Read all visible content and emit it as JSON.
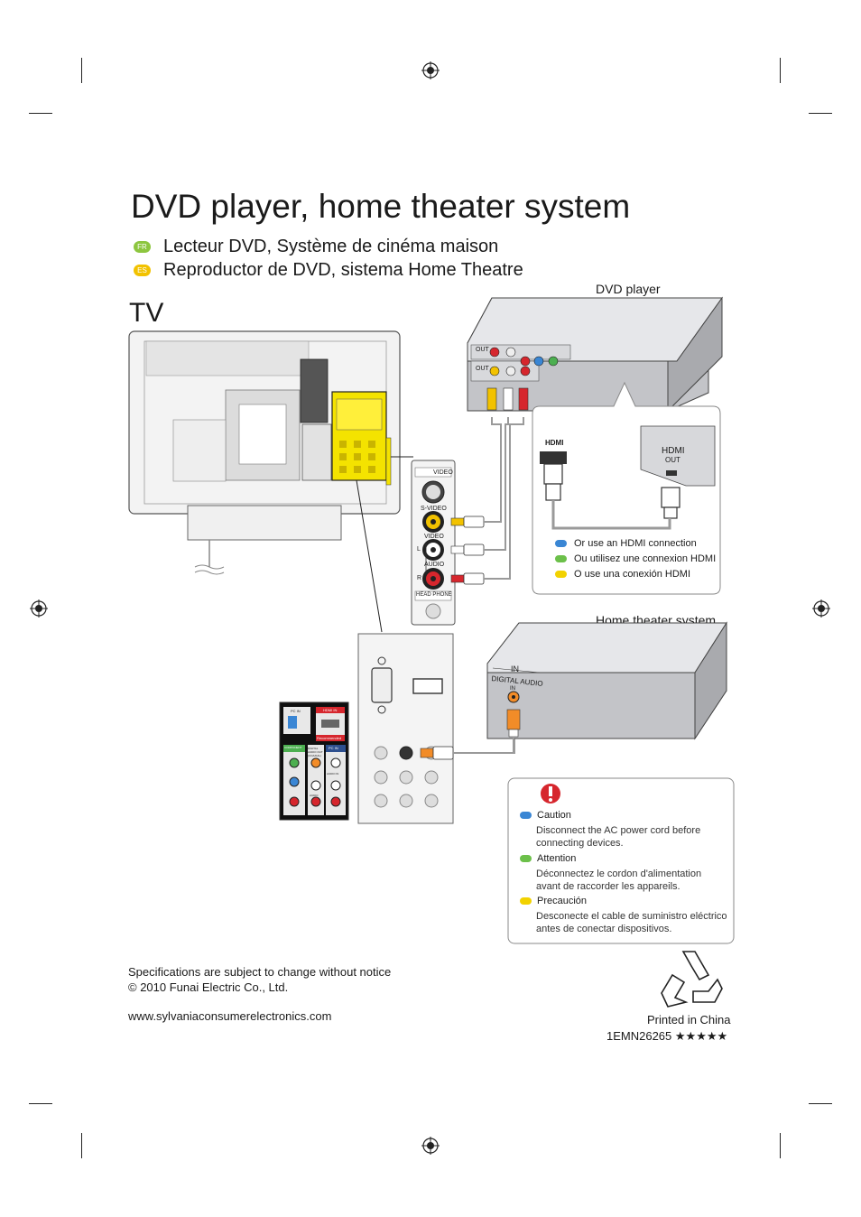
{
  "title": "DVD player, home theater system",
  "languages": [
    {
      "code": "FR",
      "color": "#8dc63f",
      "text": "Lecteur DVD, Système de cinéma maison"
    },
    {
      "code": "ES",
      "color": "#f2c200",
      "text": "Reproductor de DVD, sistema Home Theatre"
    }
  ],
  "tv_label": "TV",
  "dvd_player": {
    "label": "DVD player",
    "port_out_top": "OUT",
    "port_out_bottom": "OUT"
  },
  "hdmi_callout": {
    "hdmi_logo": "HDMI",
    "port_label": "HDMI",
    "port_sub": "OUT",
    "notes": [
      {
        "color": "#3a86d4",
        "text": "Or use an HDMI connection"
      },
      {
        "color": "#6cc04a",
        "text": "Ou utilisez une connexion HDMI"
      },
      {
        "color": "#f2d200",
        "text": "O use una conexión HDMI"
      }
    ]
  },
  "side_panel": {
    "video": "VIDEO",
    "s_video": "S-VIDEO",
    "video_label": "VIDEO",
    "audio_l": "L",
    "audio": "AUDIO",
    "audio_r": "R",
    "head_phone": "HEAD PHONE"
  },
  "home_theater": {
    "label": "Home theater system",
    "in_label": "IN",
    "digital_audio": "DIGITAL AUDIO",
    "in_small": "IN"
  },
  "rear_panel": {
    "pc_in": "PC IN",
    "hdmi_in": "HDMI IN",
    "recommended": "Recommended",
    "digital_audio_out": "DIGITAL AUDIO OUT (COAXIAL)",
    "audio": "AUDIO",
    "pc_in_2": "PC IN",
    "component": "COMPONENT",
    "audio_in": "AUDIO IN"
  },
  "caution": {
    "icon": "exclamation-icon",
    "items": [
      {
        "color": "#3a86d4",
        "heading": "Caution",
        "body": "Disconnect the AC power cord before connecting devices."
      },
      {
        "color": "#6cc04a",
        "heading": "Attention",
        "body": "Déconnectez le cordon d'alimentation avant de raccorder les appareils."
      },
      {
        "color": "#f2d200",
        "heading": "Precaución",
        "body": "Desconecte el cable de suministro eléctrico antes de conectar dispositivos."
      }
    ]
  },
  "footer": {
    "specs": "Specifications are subject to change without notice",
    "copyright": "© 2010 Funai Electric Co., Ltd.",
    "website": "www.sylvaniaconsumerelectronics.com",
    "printed": "Printed in China",
    "code": "1EMN26265 ★★★★★"
  },
  "colors": {
    "panel_yellow": "#f4e300",
    "rca_yellow": "#f2c200",
    "rca_red": "#d6262d",
    "rca_white": "#ffffff",
    "cable_gray": "#9a9a9a",
    "device_gray": "#bdbec2",
    "rear_panel_bg": "#0f0f0f"
  }
}
